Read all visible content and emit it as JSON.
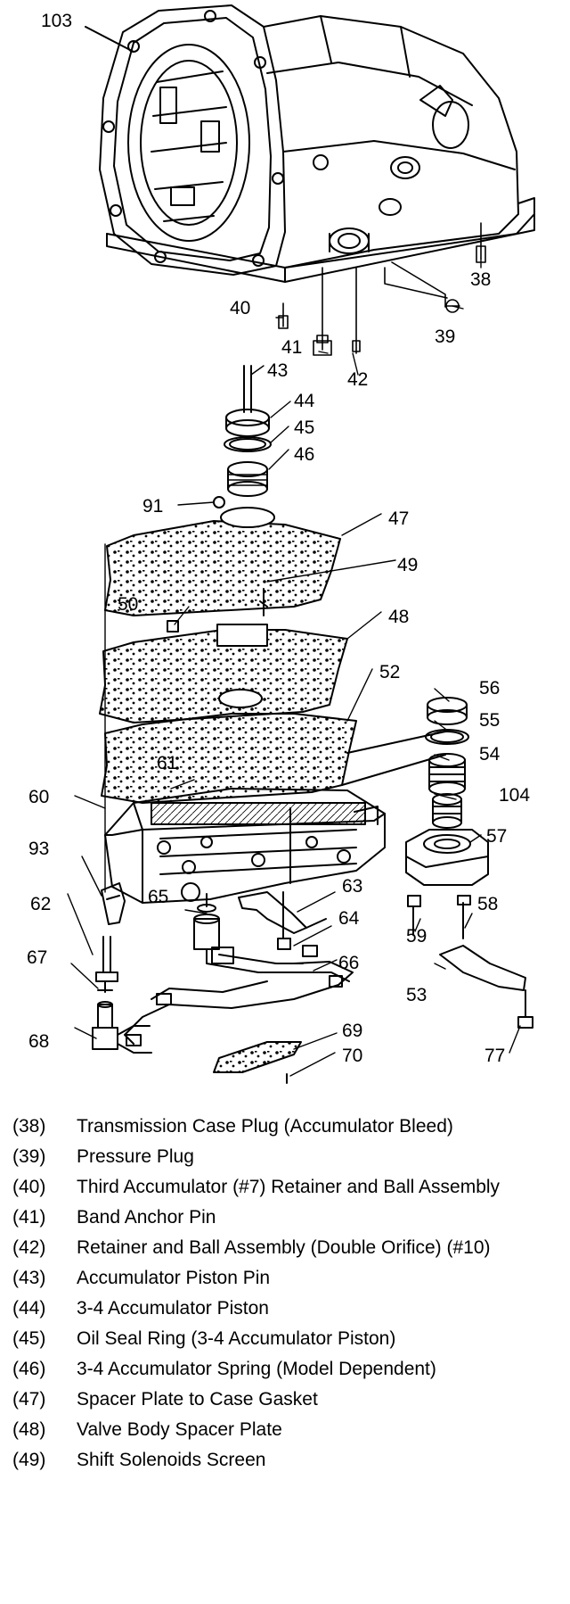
{
  "callouts": [
    {
      "id": "c103",
      "text": "103"
    },
    {
      "id": "c38",
      "text": "38"
    },
    {
      "id": "c39",
      "text": "39"
    },
    {
      "id": "c40",
      "text": "40"
    },
    {
      "id": "c41",
      "text": "41"
    },
    {
      "id": "c42",
      "text": "42"
    },
    {
      "id": "c43",
      "text": "43"
    },
    {
      "id": "c44",
      "text": "44"
    },
    {
      "id": "c45",
      "text": "45"
    },
    {
      "id": "c46",
      "text": "46"
    },
    {
      "id": "c91",
      "text": "91"
    },
    {
      "id": "c47",
      "text": "47"
    },
    {
      "id": "c49",
      "text": "49"
    },
    {
      "id": "c50",
      "text": "50"
    },
    {
      "id": "c48",
      "text": "48"
    },
    {
      "id": "c52",
      "text": "52"
    },
    {
      "id": "c56",
      "text": "56"
    },
    {
      "id": "c55",
      "text": "55"
    },
    {
      "id": "c54",
      "text": "54"
    },
    {
      "id": "c61",
      "text": "61"
    },
    {
      "id": "c60",
      "text": "60"
    },
    {
      "id": "c104",
      "text": "104"
    },
    {
      "id": "c57",
      "text": "57"
    },
    {
      "id": "c93",
      "text": "93"
    },
    {
      "id": "c63",
      "text": "63"
    },
    {
      "id": "c65",
      "text": "65"
    },
    {
      "id": "c62",
      "text": "62"
    },
    {
      "id": "c64",
      "text": "64"
    },
    {
      "id": "c58",
      "text": "58"
    },
    {
      "id": "c59",
      "text": "59"
    },
    {
      "id": "c67",
      "text": "67"
    },
    {
      "id": "c66",
      "text": "66"
    },
    {
      "id": "c53",
      "text": "53"
    },
    {
      "id": "c69",
      "text": "69"
    },
    {
      "id": "c68",
      "text": "68"
    },
    {
      "id": "c70",
      "text": "70"
    },
    {
      "id": "c77",
      "text": "77"
    }
  ],
  "legend": [
    {
      "num": "(38)",
      "desc": "Transmission Case Plug (Accumulator Bleed)"
    },
    {
      "num": "(39)",
      "desc": "Pressure Plug"
    },
    {
      "num": "(40)",
      "desc": "Third Accumulator (#7) Retainer and Ball Assembly"
    },
    {
      "num": "(41)",
      "desc": "Band Anchor Pin"
    },
    {
      "num": "(42)",
      "desc": "Retainer and Ball Assembly (Double Orifice) (#10)"
    },
    {
      "num": "(43)",
      "desc": "Accumulator Piston Pin"
    },
    {
      "num": "(44)",
      "desc": "3-4 Accumulator Piston"
    },
    {
      "num": "(45)",
      "desc": "Oil Seal Ring (3-4 Accumulator Piston)"
    },
    {
      "num": "(46)",
      "desc": "3-4 Accumulator Spring (Model Dependent)"
    },
    {
      "num": "(47)",
      "desc": "Spacer Plate to Case Gasket"
    },
    {
      "num": "(48)",
      "desc": "Valve Body Spacer Plate"
    },
    {
      "num": "(49)",
      "desc": "Shift Solenoids Screen"
    }
  ]
}
